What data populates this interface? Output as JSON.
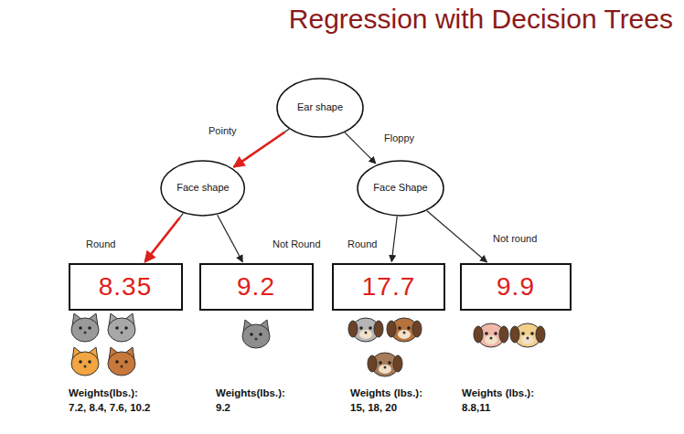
{
  "diagram": {
    "title": "Regression with Decision Trees",
    "nodes": [
      {
        "text": [
          "Ear shape"
        ]
      },
      {
        "text": [
          "Face shape"
        ]
      },
      {
        "text": [
          "Face Shape"
        ]
      },
      {
        "text": [
          "8.35"
        ]
      },
      {
        "text": [
          "9.2"
        ]
      },
      {
        "text": [
          "17.7"
        ]
      },
      {
        "text": [
          "9.9"
        ]
      }
    ],
    "edges": [
      {
        "from": 0,
        "to": 1,
        "arrow": "to",
        "label": "Pointy"
      },
      {
        "from": 0,
        "to": 2,
        "arrow": "to",
        "label": "Floppy"
      },
      {
        "from": 1,
        "to": 3,
        "arrow": "to",
        "label": "Round"
      },
      {
        "from": 1,
        "to": 4,
        "arrow": "to",
        "label": "Not Round"
      },
      {
        "from": 2,
        "to": 5,
        "arrow": "to",
        "label": "Round"
      },
      {
        "from": 2,
        "to": 6,
        "arrow": "to",
        "label": "Not round"
      }
    ],
    "labels": [
      "Weights(lbs.):",
      "7.2, 8.4, 7.6, 10.2",
      "Weights(lbs.):",
      "9.2",
      "Weights (lbs.):",
      "15, 18, 20",
      "Weights (lbs.):",
      "8.8,11"
    ]
  }
}
